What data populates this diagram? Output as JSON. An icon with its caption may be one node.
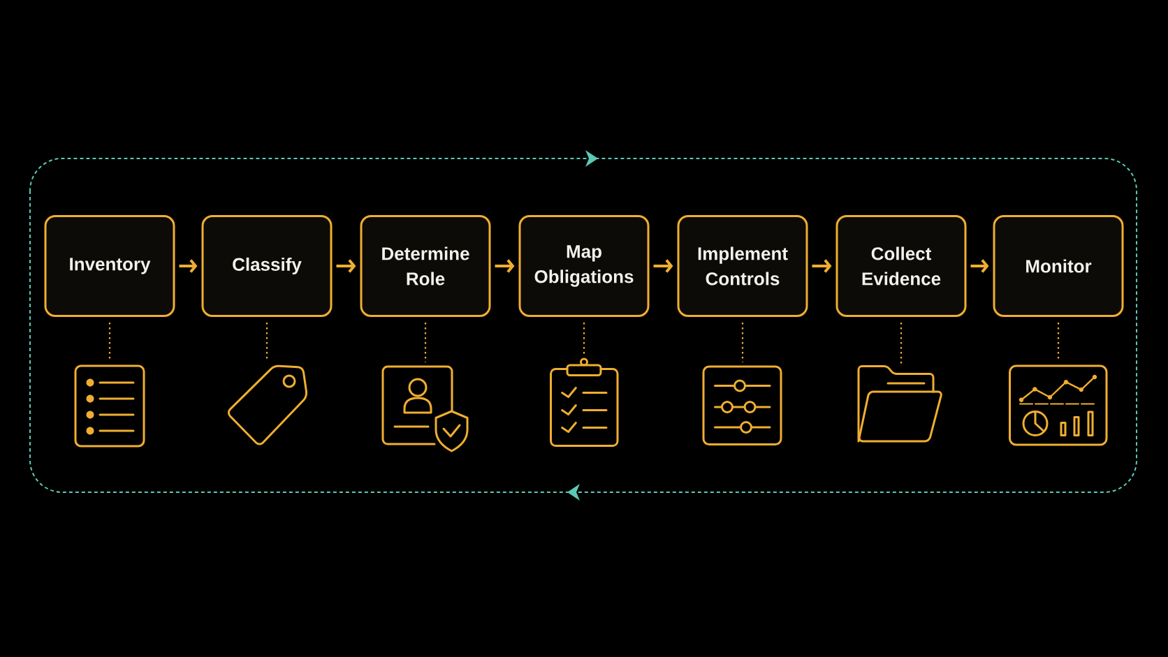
{
  "diagram": {
    "nodes": [
      {
        "text": [
          "Inventory"
        ]
      },
      {
        "text": [
          "Classify"
        ]
      },
      {
        "text": [
          "Determine Role"
        ]
      },
      {
        "text": [
          "Map Obligations"
        ]
      },
      {
        "text": [
          "Implement Controls"
        ]
      },
      {
        "text": [
          "Collect Evidence"
        ]
      },
      {
        "text": [
          "Monitor"
        ]
      },
      {
        "text": [],
        "shape": "picture"
      },
      {
        "text": [],
        "shape": "picture"
      },
      {
        "text": [],
        "shape": "picture"
      },
      {
        "text": [],
        "shape": "picture"
      },
      {
        "text": [],
        "shape": "picture"
      },
      {
        "text": [],
        "shape": "picture"
      },
      {
        "text": [],
        "shape": "picture"
      }
    ],
    "edges": [
      {
        "from": 0,
        "to": 1,
        "arrow": "to"
      },
      {
        "from": 1,
        "to": 2,
        "arrow": "to"
      },
      {
        "from": 2,
        "to": 3,
        "arrow": "to"
      },
      {
        "from": 3,
        "to": 4,
        "arrow": "to"
      },
      {
        "from": 4,
        "to": 5,
        "arrow": "to"
      },
      {
        "from": 5,
        "to": 6,
        "arrow": "to"
      },
      {
        "from": 0,
        "to": 7,
        "arrow": "none",
        "style": "dashed"
      },
      {
        "from": 1,
        "to": 8,
        "arrow": "none",
        "style": "dashed"
      },
      {
        "from": 2,
        "to": 9,
        "arrow": "none",
        "style": "dashed"
      },
      {
        "from": 3,
        "to": 10,
        "arrow": "none",
        "style": "dashed"
      },
      {
        "from": 4,
        "to": 11,
        "arrow": "none",
        "style": "dashed"
      },
      {
        "from": 5,
        "to": 12,
        "arrow": "none",
        "style": "dashed"
      },
      {
        "from": 6,
        "to": 13,
        "arrow": "none",
        "style": "dashed"
      }
    ]
  }
}
